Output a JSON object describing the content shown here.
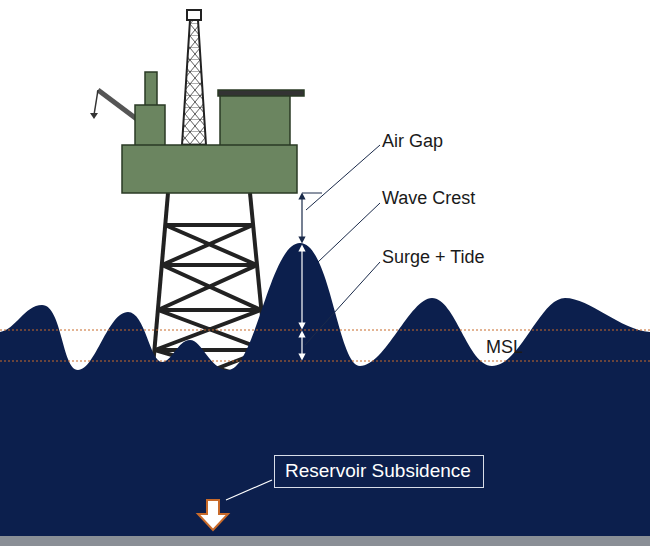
{
  "diagram": {
    "nodes": [
      {
        "text": [
          "Reservoir Subsidence"
        ]
      }
    ],
    "labels": [
      "Air Gap",
      "Wave Crest",
      "Surge + Tide",
      "MSL"
    ]
  }
}
